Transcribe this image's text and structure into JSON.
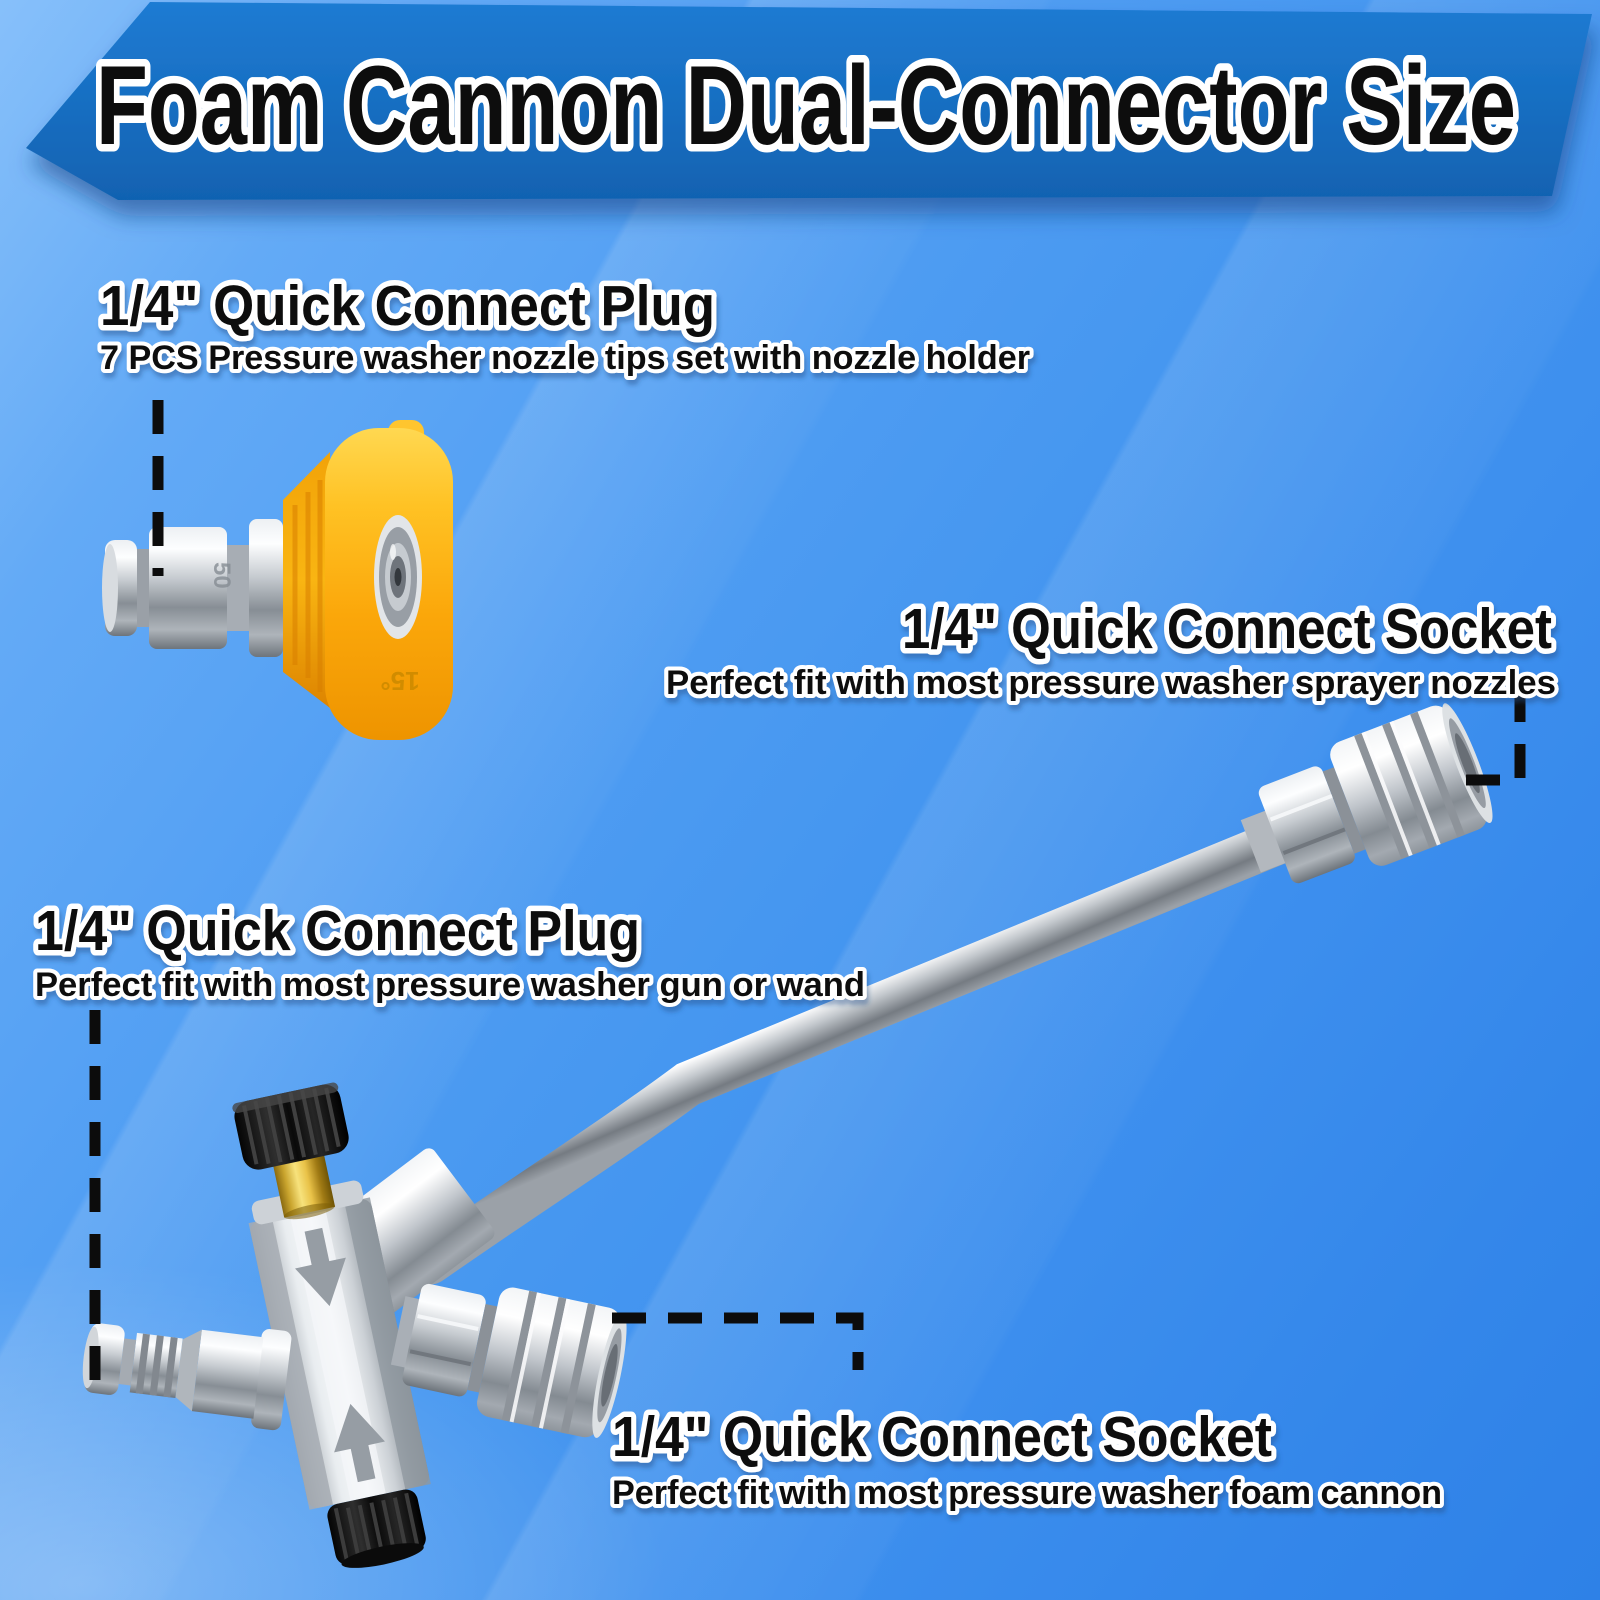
{
  "banner": {
    "title": "Foam Cannon Dual-Connector Size",
    "bg_color": "#1a70c6",
    "text_fill": "#070707",
    "text_outline": "#ffffff"
  },
  "background": {
    "base_top_left": "#87c0fa",
    "base_bottom_right": "#2e81e7"
  },
  "labels": [
    {
      "id": "top-plug",
      "title": "1/4\" Quick Connect Plug",
      "subtitle": "7 PCS Pressure washer nozzle tips set with nozzle holder"
    },
    {
      "id": "top-socket",
      "title": "1/4\" Quick Connect Socket",
      "subtitle": "Perfect fit with most pressure washer sprayer nozzles"
    },
    {
      "id": "bottom-plug",
      "title": "1/4\" Quick Connect Plug",
      "subtitle": "Perfect fit with most pressure washer gun or wand"
    },
    {
      "id": "bottom-socket",
      "title": "1/4\" Quick Connect Socket",
      "subtitle": "Perfect fit with most pressure washer foam cannon"
    }
  ],
  "product": {
    "nozzle_face_marking": "15°",
    "nozzle_plug_marking": "50",
    "tip_color_yellow": "#fbab08",
    "brass_color": "#e9c248",
    "leader_line_color": "#0c0c0c"
  }
}
